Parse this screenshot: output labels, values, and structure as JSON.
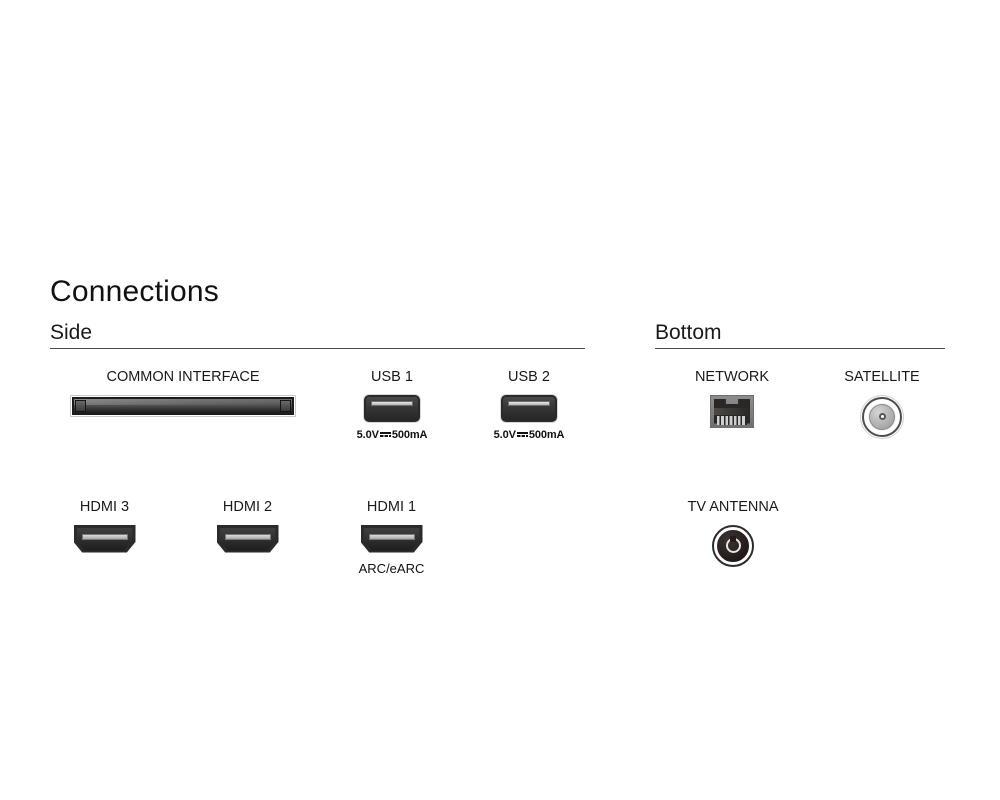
{
  "page": {
    "title": "Connections",
    "background_color": "#ffffff",
    "text_color": "#1a1a1a",
    "divider_color": "#4a4a4a"
  },
  "sections": [
    {
      "id": "side",
      "heading": "Side",
      "ports": [
        {
          "id": "common-interface",
          "label": "COMMON INTERFACE",
          "sublabel": "",
          "icon": "ci-slot-icon"
        },
        {
          "id": "usb-1",
          "label": "USB 1",
          "sublabel_prefix": "5.0V",
          "sublabel_symbol": "dc-power-symbol",
          "sublabel_suffix": "500mA",
          "sublabel_full": "5.0V⎓500mA",
          "icon": "usb-port-icon"
        },
        {
          "id": "usb-2",
          "label": "USB 2",
          "sublabel_prefix": "5.0V",
          "sublabel_symbol": "dc-power-symbol",
          "sublabel_suffix": "500mA",
          "sublabel_full": "5.0V⎓500mA",
          "icon": "usb-port-icon"
        },
        {
          "id": "hdmi-3",
          "label": "HDMI 3",
          "sublabel": "",
          "icon": "hdmi-port-icon"
        },
        {
          "id": "hdmi-2",
          "label": "HDMI 2",
          "sublabel": "",
          "icon": "hdmi-port-icon"
        },
        {
          "id": "hdmi-1",
          "label": "HDMI 1",
          "sublabel": "ARC/eARC",
          "icon": "hdmi-port-icon"
        }
      ]
    },
    {
      "id": "bottom",
      "heading": "Bottom",
      "ports": [
        {
          "id": "network",
          "label": "NETWORK",
          "sublabel": "",
          "icon": "rj45-port-icon"
        },
        {
          "id": "satellite",
          "label": "SATELLITE",
          "sublabel": "",
          "icon": "f-type-connector-icon"
        },
        {
          "id": "tv-antenna",
          "label": "TV ANTENNA",
          "sublabel": "",
          "icon": "coax-connector-icon"
        }
      ]
    }
  ]
}
